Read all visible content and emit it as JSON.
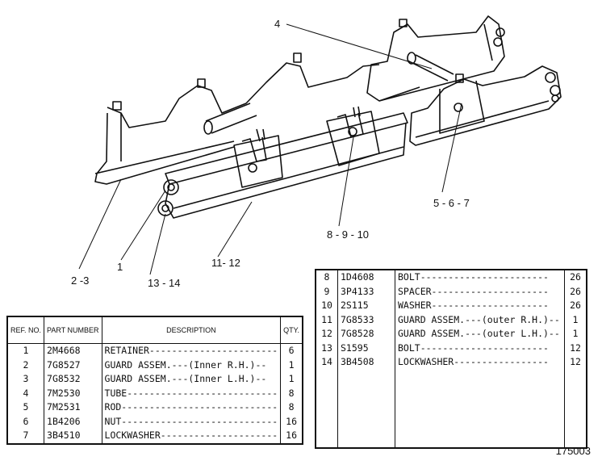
{
  "callouts": {
    "c4": "4",
    "c567": "5 - 6 - 7",
    "c8910": "8 - 9 - 10",
    "c1112": "11- 12",
    "c1": "1",
    "c23": "2 -3",
    "c1314": "13 - 14"
  },
  "table_left": {
    "header": {
      "ref": "REF. NO.",
      "part": "PART NUMBER",
      "desc": "DESCRIPTION",
      "qty": "QTY."
    },
    "rows": [
      {
        "ref": "1",
        "part": "2M4668",
        "desc": "RETAINER-----------------------",
        "qty": "6"
      },
      {
        "ref": "2",
        "part": "7G8527",
        "desc": "GUARD ASSEM.---(Inner R.H.)--",
        "qty": "1"
      },
      {
        "ref": "3",
        "part": "7G8532",
        "desc": "GUARD ASSEM.---(Inner L.H.)--",
        "qty": "1"
      },
      {
        "ref": "4",
        "part": "7M2530",
        "desc": "TUBE---------------------------",
        "qty": "8"
      },
      {
        "ref": "5",
        "part": "7M2531",
        "desc": "ROD----------------------------",
        "qty": "8"
      },
      {
        "ref": "6",
        "part": "1B4206",
        "desc": "NUT----------------------------",
        "qty": "16"
      },
      {
        "ref": "7",
        "part": "3B4510",
        "desc": "LOCKWASHER---------------------",
        "qty": "16"
      }
    ]
  },
  "table_right": {
    "rows": [
      {
        "ref": "8",
        "part": "1D4608",
        "desc": "BOLT-----------------------",
        "qty": "26"
      },
      {
        "ref": "9",
        "part": "3P4133",
        "desc": "SPACER---------------------",
        "qty": "26"
      },
      {
        "ref": "10",
        "part": "2S115",
        "desc": "WASHER---------------------",
        "qty": "26"
      },
      {
        "ref": "11",
        "part": "7G8533",
        "desc": "GUARD ASSEM.---(outer R.H.)--",
        "qty": "1"
      },
      {
        "ref": "12",
        "part": "7G8528",
        "desc": "GUARD ASSEM.---(outer L.H.)--",
        "qty": "1"
      },
      {
        "ref": "13",
        "part": "S1595",
        "desc": "BOLT-----------------------",
        "qty": "12"
      },
      {
        "ref": "14",
        "part": "3B4508",
        "desc": "LOCKWASHER-----------------",
        "qty": "12"
      }
    ]
  },
  "figure_number": "175003"
}
